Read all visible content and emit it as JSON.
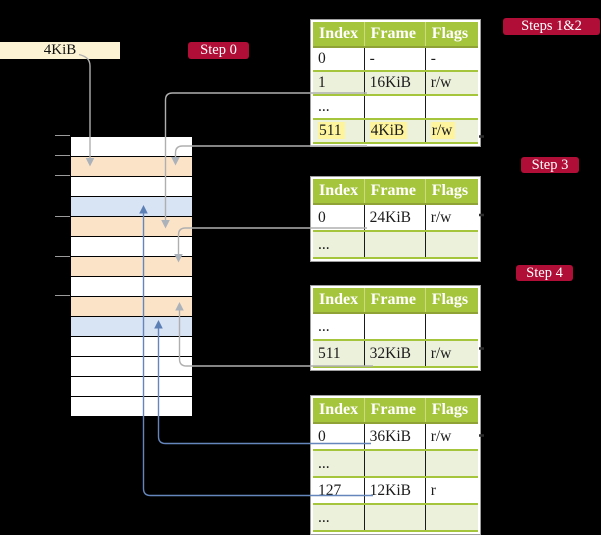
{
  "labels": {
    "page_size_box": "4KiB"
  },
  "badges": {
    "step0": "Step 0",
    "steps12": "Steps 1&2",
    "step3": "Step 3",
    "step4": "Step 4"
  },
  "memory": {
    "row_kinds": [
      "free",
      "pagetable",
      "free",
      "mapped",
      "pagetable",
      "free",
      "pagetable",
      "free",
      "pagetable",
      "mapped",
      "free",
      "free",
      "free",
      "free"
    ]
  },
  "tables": [
    {
      "headers": [
        "Index",
        "Frame",
        "Flags"
      ],
      "rows": [
        [
          "0",
          "-",
          "-"
        ],
        [
          "1",
          "16KiB",
          "r/w"
        ],
        [
          "...",
          "",
          ""
        ],
        [
          "511",
          "4KiB",
          "r/w"
        ]
      ]
    },
    {
      "headers": [
        "Index",
        "Frame",
        "Flags"
      ],
      "rows": [
        [
          "0",
          "24KiB",
          "r/w"
        ],
        [
          "...",
          "",
          ""
        ]
      ]
    },
    {
      "headers": [
        "Index",
        "Frame",
        "Flags"
      ],
      "rows": [
        [
          "...",
          "",
          ""
        ],
        [
          "511",
          "32KiB",
          "r/w"
        ]
      ]
    },
    {
      "headers": [
        "Index",
        "Frame",
        "Flags"
      ],
      "rows": [
        [
          "0",
          "36KiB",
          "r/w"
        ],
        [
          "...",
          "",
          ""
        ],
        [
          "127",
          "12KiB",
          "r"
        ],
        [
          "...",
          "",
          ""
        ]
      ]
    }
  ],
  "colors": {
    "background": "#000000",
    "badge_red": "#B00E36",
    "header_green": "#A5C53C",
    "row_green": "#ECF1DC",
    "pagetable_row_orange": "#FBE3C8",
    "mapped_row_blue": "#D8E3F4",
    "highlight_yellow": "#FEF49E",
    "label_cream": "#FCF3D5",
    "arrow_gray": "#AFAFAF",
    "arrow_blue": "#6586BC"
  }
}
